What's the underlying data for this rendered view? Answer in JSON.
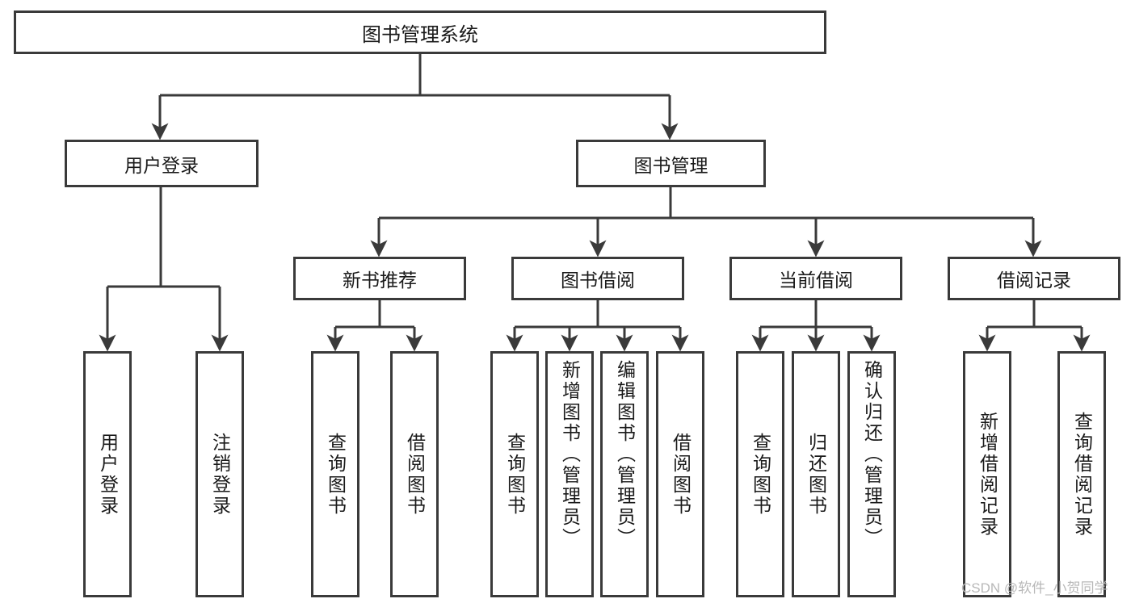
{
  "chart_data": {
    "type": "diagram",
    "title": "图书管理系统",
    "diagram_kind": "hierarchical-tree",
    "levels": 4,
    "nodes": [
      {
        "id": "root",
        "label": "图书管理系统",
        "level": 1
      },
      {
        "id": "l2a",
        "label": "用户登录",
        "level": 2
      },
      {
        "id": "l2b",
        "label": "图书管理",
        "level": 2
      },
      {
        "id": "l3a",
        "label": "新书推荐",
        "level": 3
      },
      {
        "id": "l3b",
        "label": "图书借阅",
        "level": 3
      },
      {
        "id": "l3c",
        "label": "当前借阅",
        "level": 3
      },
      {
        "id": "l3d",
        "label": "借阅记录",
        "level": 3
      },
      {
        "id": "f1",
        "label": "用户登录",
        "level": 4
      },
      {
        "id": "f2",
        "label": "注销登录",
        "level": 4
      },
      {
        "id": "f3",
        "label": "查询图书",
        "level": 4
      },
      {
        "id": "f4",
        "label": "借阅图书",
        "level": 4
      },
      {
        "id": "f5",
        "label": "查询图书",
        "level": 4
      },
      {
        "id": "f6",
        "label": "新增图书（管理员）",
        "level": 4
      },
      {
        "id": "f7",
        "label": "编辑图书（管理员）",
        "level": 4
      },
      {
        "id": "f8",
        "label": "借阅图书",
        "level": 4
      },
      {
        "id": "f9",
        "label": "查询图书",
        "level": 4
      },
      {
        "id": "f10",
        "label": "归还图书",
        "level": 4
      },
      {
        "id": "f11",
        "label": "确认归还（管理员）",
        "level": 4
      },
      {
        "id": "f12",
        "label": "新增借阅记录",
        "level": 4
      },
      {
        "id": "f13",
        "label": "查询借阅记录",
        "level": 4
      }
    ],
    "edges": [
      [
        "root",
        "l2a"
      ],
      [
        "root",
        "l2b"
      ],
      [
        "l2a",
        "f1"
      ],
      [
        "l2a",
        "f2"
      ],
      [
        "l2b",
        "l3a"
      ],
      [
        "l2b",
        "l3b"
      ],
      [
        "l2b",
        "l3c"
      ],
      [
        "l2b",
        "l3d"
      ],
      [
        "l3a",
        "f3"
      ],
      [
        "l3a",
        "f4"
      ],
      [
        "l3b",
        "f5"
      ],
      [
        "l3b",
        "f6"
      ],
      [
        "l3b",
        "f7"
      ],
      [
        "l3b",
        "f8"
      ],
      [
        "l3c",
        "f9"
      ],
      [
        "l3c",
        "f10"
      ],
      [
        "l3c",
        "f11"
      ],
      [
        "l3d",
        "f12"
      ],
      [
        "l3d",
        "f13"
      ]
    ]
  },
  "tree": {
    "root": {
      "label": "图书管理系统"
    },
    "level2": [
      {
        "label": "用户登录"
      },
      {
        "label": "图书管理"
      }
    ],
    "level3": [
      {
        "label": "新书推荐"
      },
      {
        "label": "图书借阅"
      },
      {
        "label": "当前借阅"
      },
      {
        "label": "借阅记录"
      }
    ],
    "leaves": [
      {
        "label": "用户登录"
      },
      {
        "label": "注销登录"
      },
      {
        "label": "查询图书"
      },
      {
        "label": "借阅图书"
      },
      {
        "label": "查询图书"
      },
      {
        "label": "新增图书（管理员）"
      },
      {
        "label": "编辑图书（管理员）"
      },
      {
        "label": "借阅图书"
      },
      {
        "label": "查询图书"
      },
      {
        "label": "归还图书"
      },
      {
        "label": "确认归还（管理员）"
      },
      {
        "label": "新增借阅记录"
      },
      {
        "label": "查询借阅记录"
      }
    ]
  },
  "watermark": {
    "text": "CSDN @软件_小贺同学"
  },
  "colors": {
    "border": "#3a3a3a",
    "background": "#ffffff",
    "text": "#1a1a1a",
    "watermark": "#b8b8b8"
  }
}
